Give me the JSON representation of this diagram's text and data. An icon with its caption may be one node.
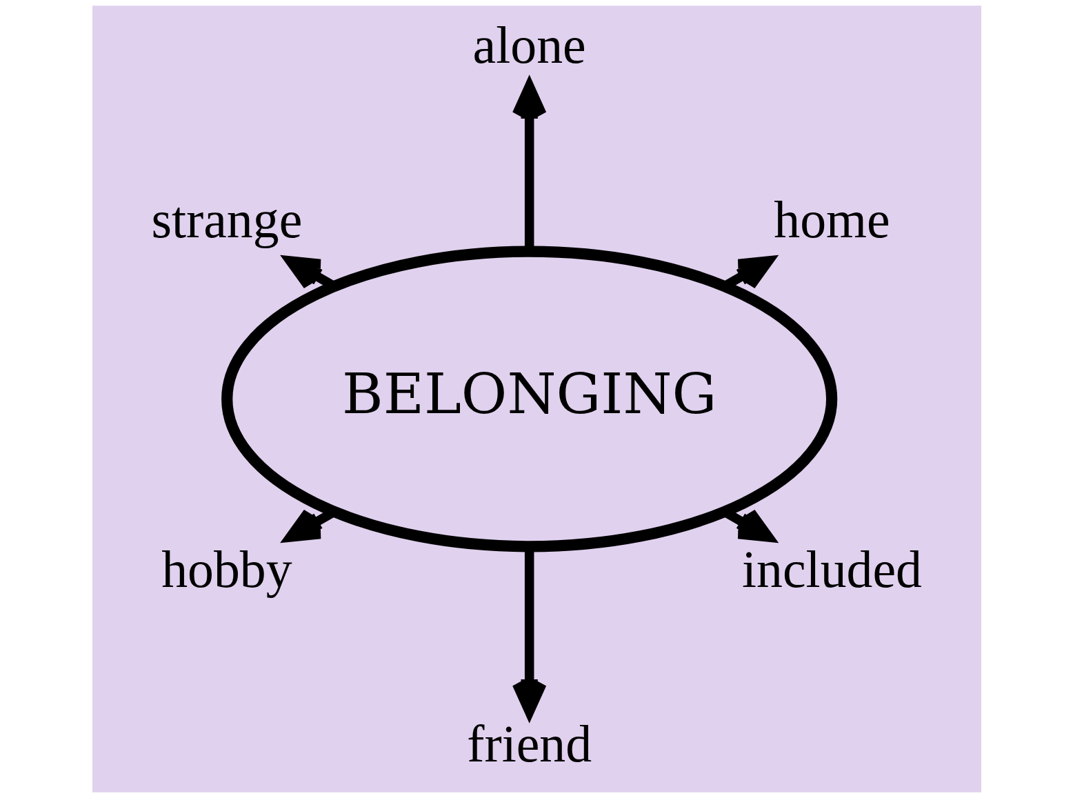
{
  "diagram": {
    "nodes": [
      {
        "text": [
          "home"
        ]
      },
      {
        "text": [
          "alone"
        ]
      },
      {
        "text": [
          "strange"
        ]
      },
      {
        "text": [
          "BELONGING"
        ]
      },
      {
        "text": [
          "hobby"
        ]
      },
      {
        "text": [
          "friend"
        ]
      },
      {
        "text": [
          "included"
        ]
      }
    ],
    "edges": [
      {
        "from": 3,
        "to": 0,
        "arrow": "to"
      },
      {
        "from": 3,
        "to": 1,
        "arrow": "to"
      },
      {
        "from": 3,
        "to": 2,
        "arrow": "to"
      },
      {
        "from": 3,
        "to": 4,
        "arrow": "to"
      },
      {
        "from": 3,
        "to": 5,
        "arrow": "to"
      },
      {
        "from": 3,
        "to": 6,
        "arrow": "to"
      }
    ]
  }
}
